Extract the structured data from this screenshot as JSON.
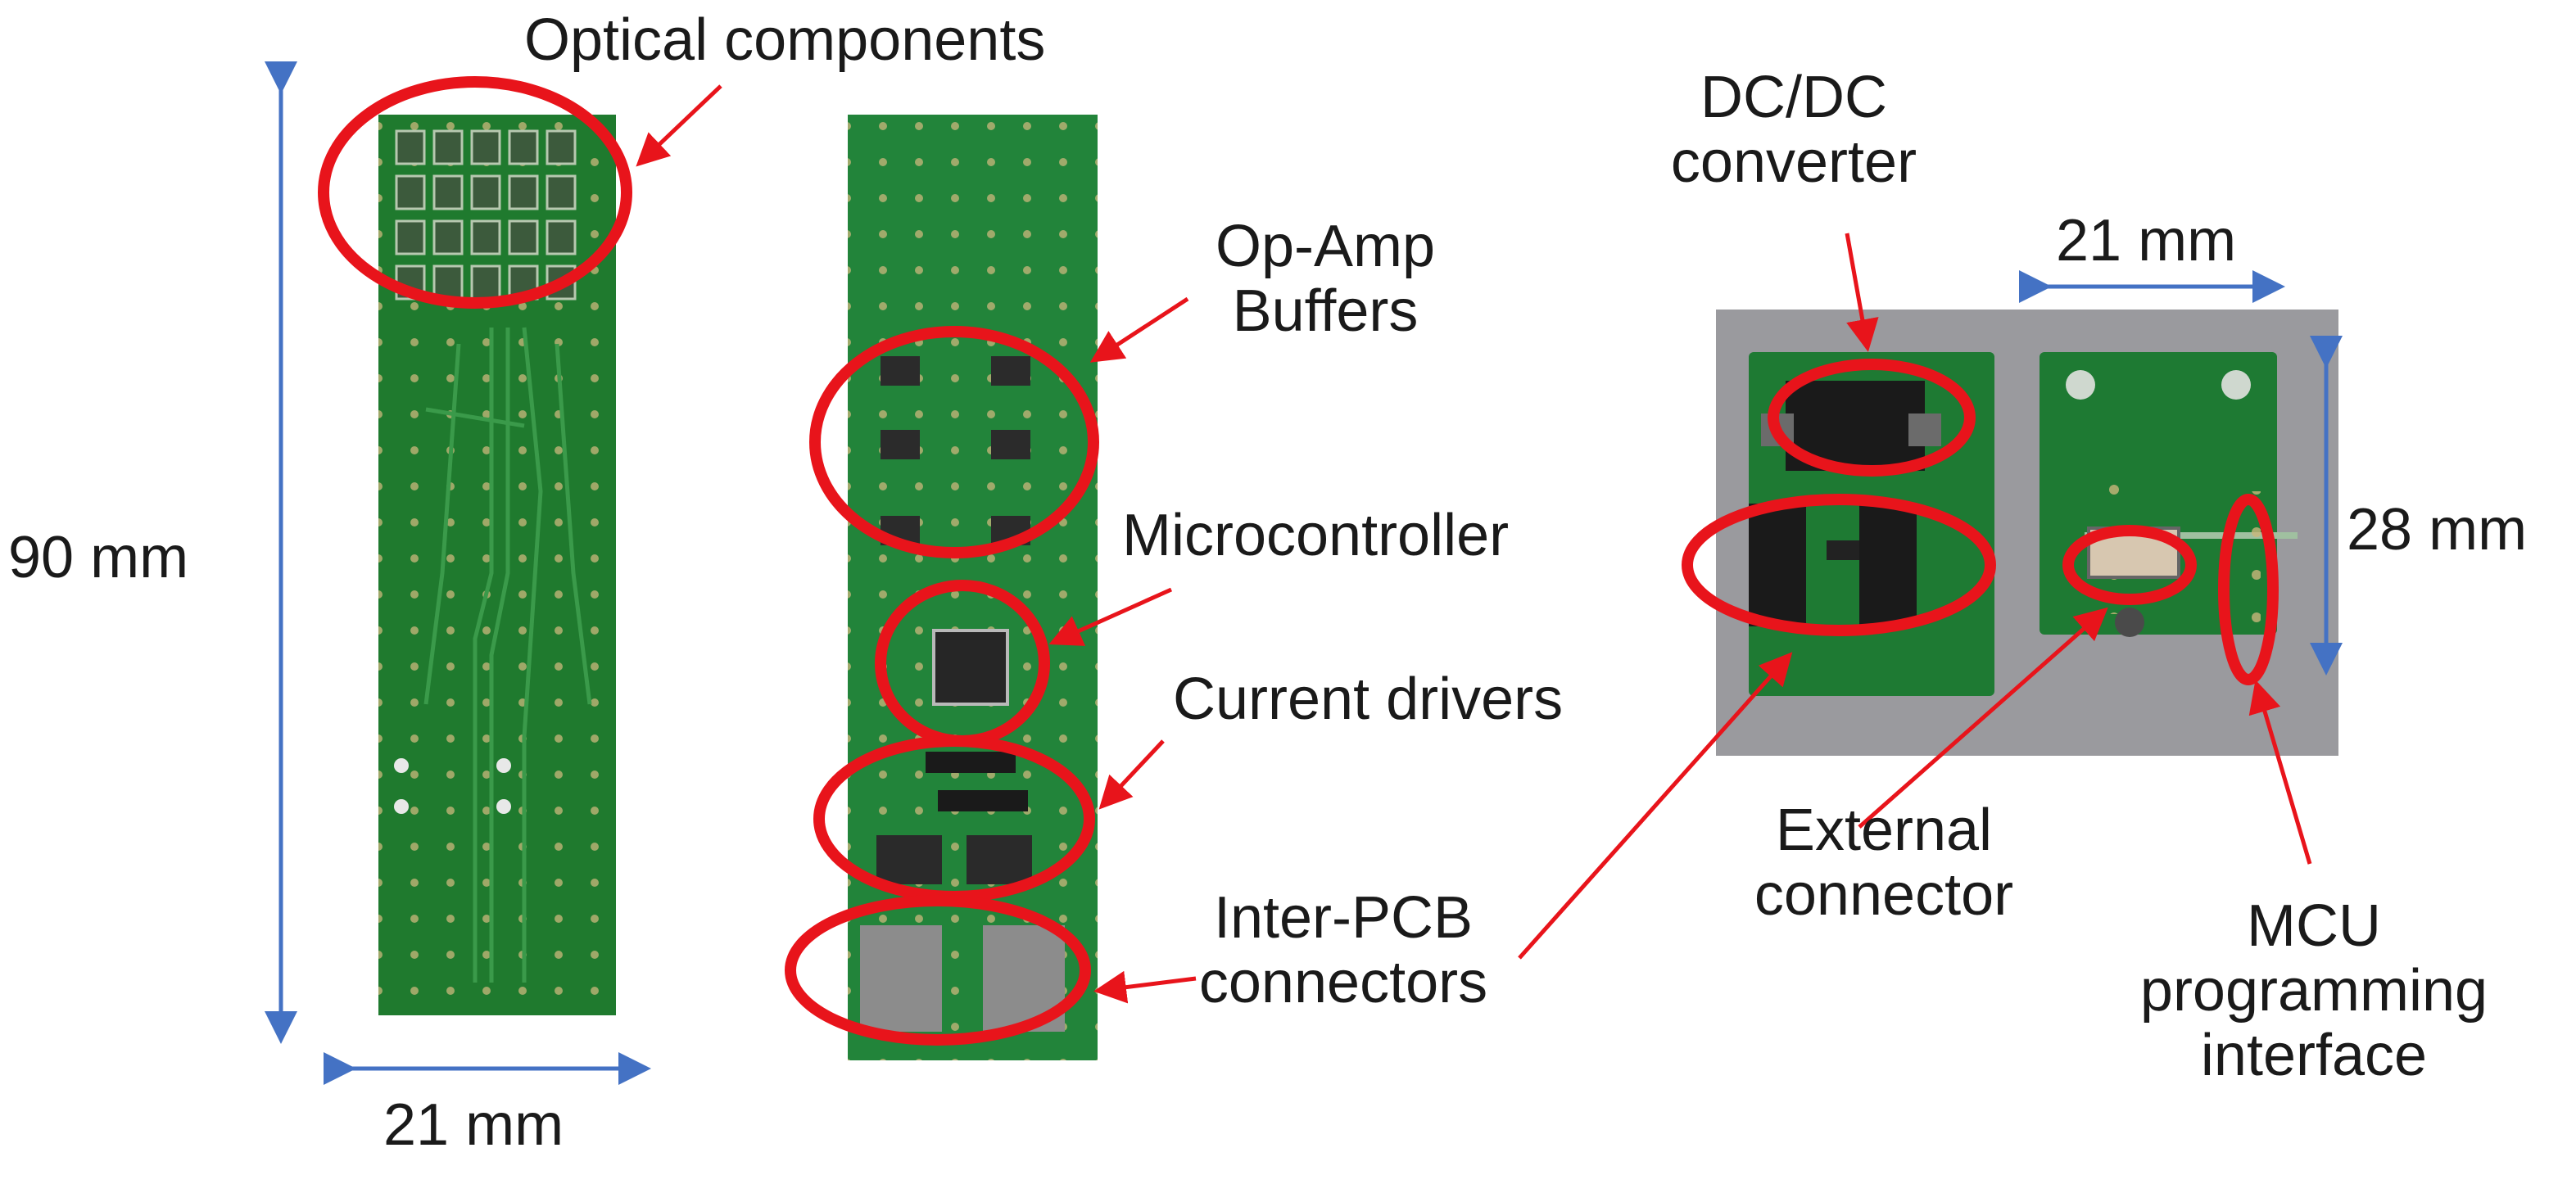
{
  "labels": {
    "optical_components": "Optical components",
    "dim_left_height": "90 mm",
    "dim_left_width": "21 mm",
    "op_amp_line1": "Op-Amp",
    "op_amp_line2": "Buffers",
    "microcontroller": "Microcontroller",
    "current_drivers": "Current drivers",
    "inter_pcb_line1": "Inter-PCB",
    "inter_pcb_line2": "connectors",
    "dcdc_line1": "DC/DC",
    "dcdc_line2": "converter",
    "dim_right_width": "21 mm",
    "dim_right_height": "28 mm",
    "external_line1": "External",
    "external_line2": "connector",
    "mcu_line1": "MCU",
    "mcu_line2": "programming",
    "mcu_line3": "interface"
  },
  "colors": {
    "highlight_ring": "#e8141b",
    "dimension_arrow": "#4472c4",
    "pcb_green": "#1f7a2e",
    "pcb_green_dark": "#125a1e",
    "photo_background": "#9a9a9e"
  }
}
